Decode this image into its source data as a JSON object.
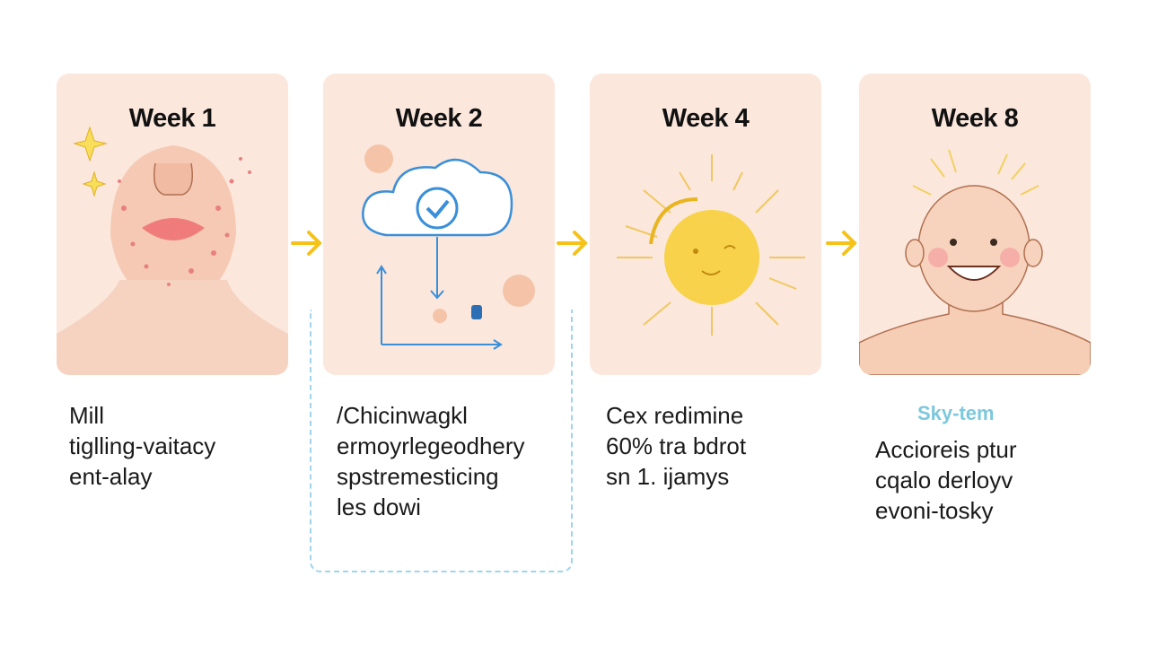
{
  "steps": [
    {
      "title": "Week 1",
      "lines": [
        "Mill",
        "tiglling-vaitacy",
        "ent-alay"
      ],
      "icon": "irritated-face-icon"
    },
    {
      "title": "Week 2",
      "lines": [
        "/Chicinwagkl",
        "ermoyrlegeodhery",
        "spstremesticing",
        "les dowi"
      ],
      "icon": "cloud-check-icon"
    },
    {
      "title": "Week 4",
      "lines": [
        "Cex redimine",
        "60% tra bdrot",
        "sn 1. ijamys"
      ],
      "icon": "sun-icon"
    },
    {
      "title": "Week 8",
      "subtitle": "Sky-tem",
      "lines": [
        "Accioreis ptur",
        "cqalo derloyv",
        "evoni-tosky"
      ],
      "icon": "happy-face-icon"
    }
  ],
  "colors": {
    "card": "#fbe7dc",
    "arrow": "#f5c21a",
    "accent": "#3a8fd9",
    "dashed": "#9fd4ec"
  }
}
